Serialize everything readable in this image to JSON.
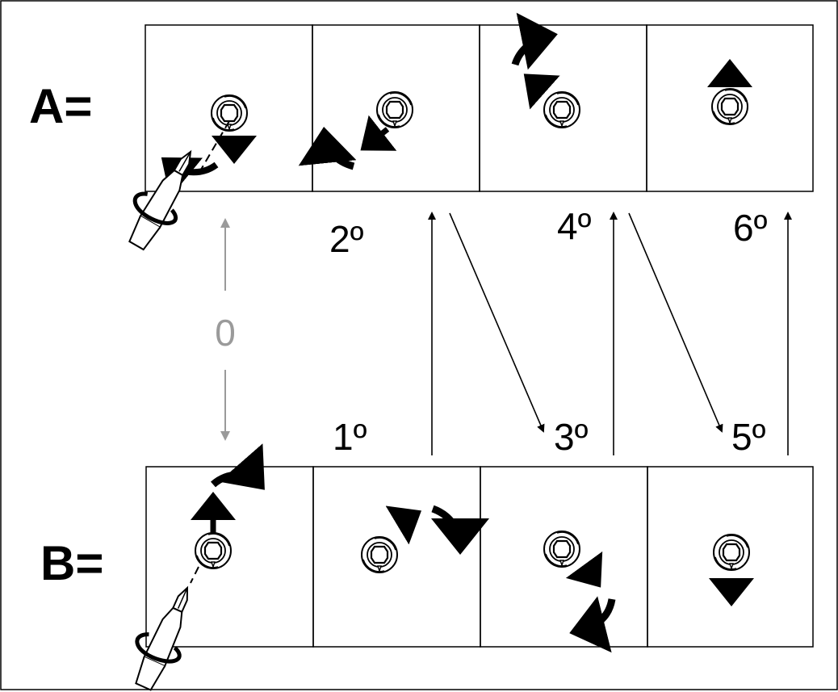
{
  "row_labels": {
    "a": "A=",
    "b": "B="
  },
  "zero_label": "0",
  "steps": [
    "1º",
    "2º",
    "3º",
    "4º",
    "5º",
    "6º"
  ],
  "colors": {
    "line": "#000000",
    "gray": "#9a9a9a",
    "background": "#ffffff"
  },
  "icons": {
    "screw": "screw-head-icon",
    "screwdriver": "screwdriver-icon",
    "rotate": "rotate-arrow-icon",
    "push": "push-arrow-icon"
  }
}
